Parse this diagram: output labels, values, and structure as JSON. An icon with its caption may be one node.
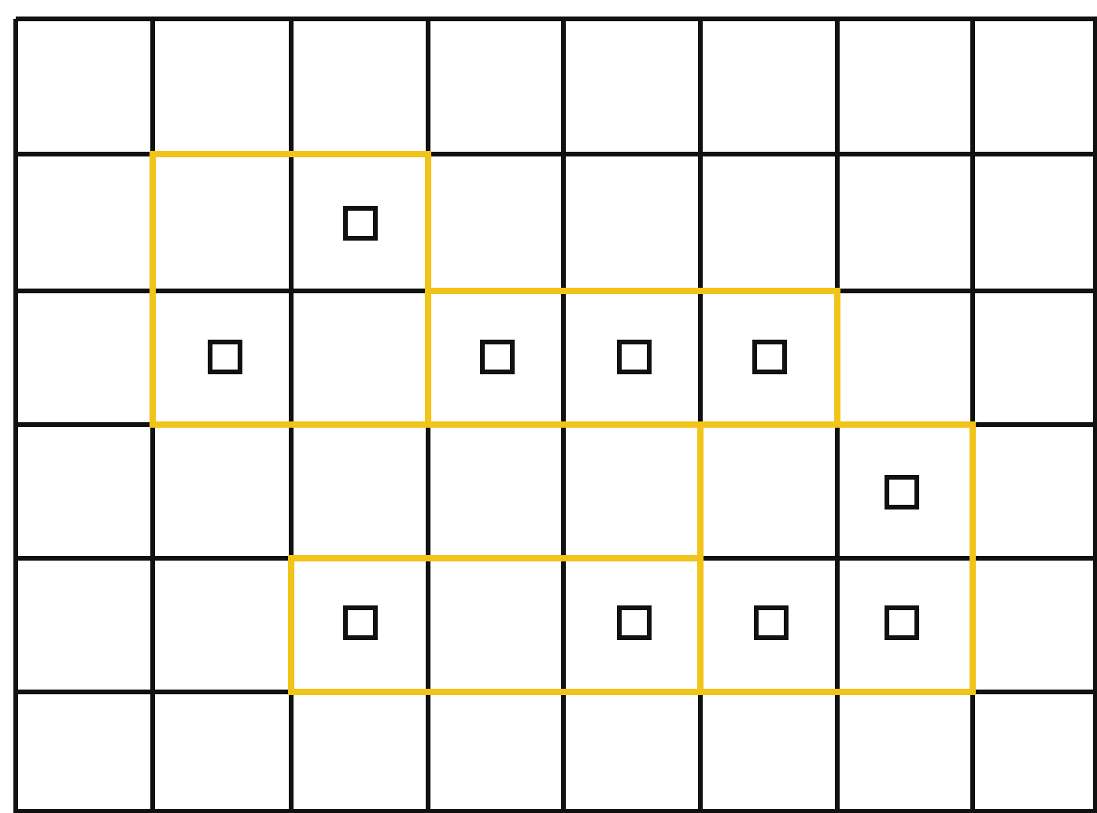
{
  "diagram": {
    "nodes": [
      {
        "text": [],
        "shape": "box"
      },
      {
        "text": [],
        "shape": "box",
        "in": 0
      },
      {
        "text": [],
        "shape": "box",
        "in": 0
      },
      {
        "text": [],
        "shape": "box"
      },
      {
        "text": [],
        "shape": "box",
        "in": 3
      },
      {
        "text": [],
        "shape": "box",
        "in": 3
      },
      {
        "text": [],
        "shape": "box",
        "in": 3
      },
      {
        "text": [],
        "shape": "box"
      },
      {
        "text": [],
        "shape": "box",
        "in": 7
      },
      {
        "text": [],
        "shape": "box",
        "in": 7
      },
      {
        "text": [],
        "shape": "box",
        "in": 7
      },
      {
        "text": [],
        "shape": "box"
      },
      {
        "text": [],
        "shape": "box",
        "in": 11
      },
      {
        "text": [],
        "shape": "box",
        "in": 11
      }
    ]
  }
}
